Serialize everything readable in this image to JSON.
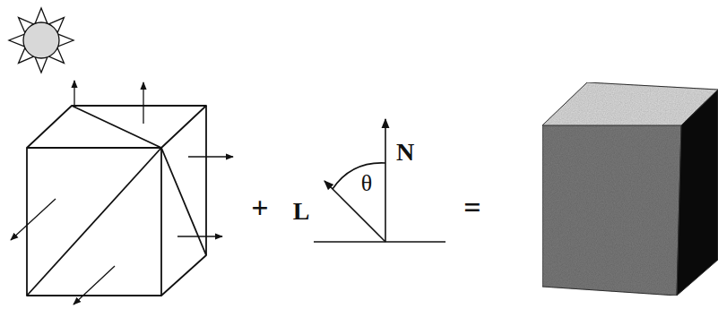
{
  "diagram": {
    "labels": [
      "+",
      "L",
      "θ",
      "N",
      "="
    ]
  }
}
